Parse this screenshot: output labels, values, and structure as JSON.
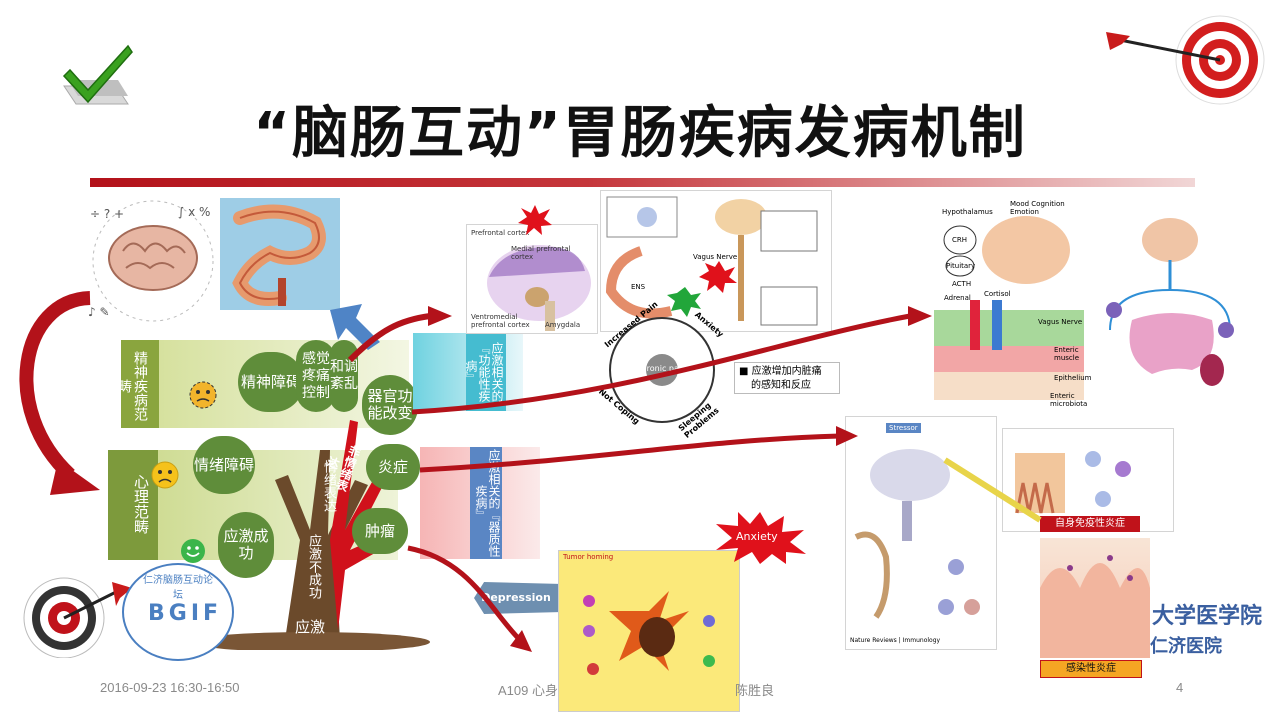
{
  "slide": {
    "title": "“脑肠互动”胃肠疾病发病机制"
  },
  "footer": {
    "date": "2016-09-23 16:30-16:50",
    "room": "A109 心身",
    "speaker": "陈胜良",
    "page": "4"
  },
  "sidebar": {
    "mental_box": "精神疾病范畴",
    "psych_box": "心理范畴"
  },
  "tree": {
    "trunk_label": "应激",
    "leaves": {
      "mental_disorder": "精神障碍",
      "emotion_disorder": "情绪障碍",
      "stress_success": "应激成功",
      "sensation": "感觉疼痛控制",
      "sensation_right": "和调紊乱",
      "organ_change": "器官功能改变",
      "inflammation": "炎症",
      "tumor": "肿瘤",
      "emotion_expression": "情绪表达",
      "stress_fail": "应激不成功",
      "non_emotion": "非情绪表达"
    }
  },
  "side_tabs": {
    "functional": "应激相关的『功能性疾病』",
    "organic": "应激相关的『器质性疾病』"
  },
  "figure_labels": {
    "prefrontal": "Prefrontal cortex",
    "medial_prefrontal": "Medial prefrontal cortex",
    "ventromedial": "Ventromedial prefrontal cortex",
    "amygdala": "Amygdala",
    "vagus": "Vagus Nerve",
    "ens": "ENS",
    "increased_pain": "Increased Pain",
    "anxiety_cycle": "Anxiety",
    "chronic_pain": "Chronic pain",
    "not_coping": "Not Coping",
    "sleeping": "Sleeping Problems",
    "note_line1": "应激增加内脏痛",
    "note_line2": "的感知和反应",
    "hypothalamus": "Hypothalamus",
    "crh": "CRH",
    "pituitary": "Pituitary",
    "acth": "ACTH",
    "adrenal": "Adrenal",
    "cortisol": "Cortisol",
    "mood": "Mood Cognition Emotion",
    "vagus2": "Vagus Nerve",
    "enteric_muscle": "Enteric muscle",
    "epithelium": "Epithelium",
    "microbiota": "Enteric microbiota",
    "stressor": "Stressor",
    "autoimmune": "自身免疫性炎症",
    "infectious": "感染性炎症",
    "nature": "Nature Reviews | Immunology",
    "depression": "Depression",
    "anxiety_burst": "Anxiety",
    "tumor_chart_title": "Tumor homing",
    "watermark_line1": "大学医学院",
    "watermark_line2": "仁济医院"
  },
  "logo": {
    "text": "BGIF",
    "ring_text": "仁济脑肠互动论坛"
  },
  "colors": {
    "accent_red": "#c0121a",
    "tree_green": "#5f8d3a",
    "olive_box": "#7d9a3c",
    "light_olive": "#c9d78a",
    "brown": "#6b4a2b"
  }
}
